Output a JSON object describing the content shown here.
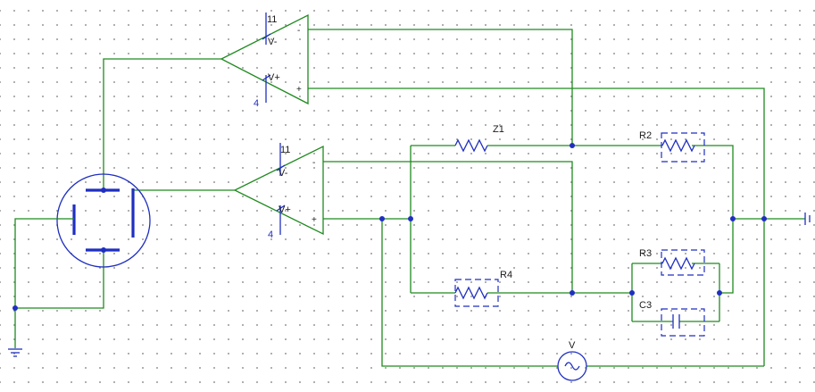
{
  "schematic": {
    "components": [
      {
        "id": "Z1",
        "label": "Z1"
      },
      {
        "id": "R2",
        "label": "R2"
      },
      {
        "id": "R3",
        "label": "R3"
      },
      {
        "id": "R4",
        "label": "R4"
      },
      {
        "id": "C3",
        "label": "C3"
      },
      {
        "id": "V",
        "label": "V"
      }
    ],
    "opamp_top": {
      "supply_pos": "11",
      "supply_neg": "4",
      "pin_vp": "V+",
      "pin_vm": "V-",
      "in_minus": "-",
      "in_plus": "+"
    },
    "opamp_bottom": {
      "supply_pos": "11",
      "supply_neg": "4",
      "pin_vp": "V+",
      "pin_vm": "V-",
      "in_minus": "-",
      "in_plus": "+"
    }
  },
  "colors": {
    "wire": "#1f8a1f",
    "component": "#1f2fc0",
    "text": "#1a1a1a",
    "grid_dot": "#9a9a9a"
  }
}
